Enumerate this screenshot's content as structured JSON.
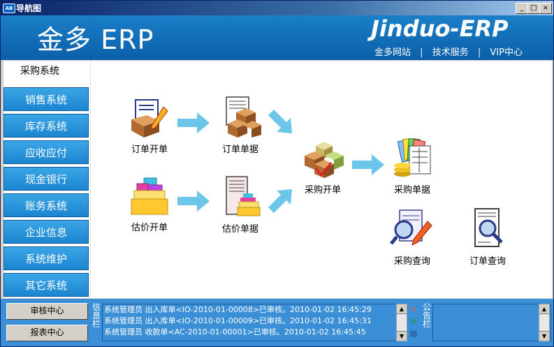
{
  "window": {
    "title": "导航图",
    "min": "_",
    "max": "□",
    "close": "×",
    "app_icon_text": "AB"
  },
  "header": {
    "brand_cn": "金多 ERP",
    "brand_en": "Jinduo-ERP",
    "links": [
      "金多网站",
      "技术服务",
      "VIP中心"
    ],
    "separator": "|"
  },
  "sidebar": {
    "items": [
      {
        "label": "采购系统",
        "active": true
      },
      {
        "label": "销售系统"
      },
      {
        "label": "库存系统"
      },
      {
        "label": "应收应付"
      },
      {
        "label": "现金银行"
      },
      {
        "label": "账务系统"
      },
      {
        "label": "企业信息"
      },
      {
        "label": "系统维护"
      },
      {
        "label": "其它系统"
      }
    ]
  },
  "flow": {
    "order_open": "订单开单",
    "order_doc": "订单单据",
    "quote_open": "估价开单",
    "quote_doc": "估价单据",
    "purchase_open": "采购开单",
    "purchase_doc": "采购单据",
    "purchase_query": "采购查询",
    "order_query": "订单查询"
  },
  "bottom": {
    "audit_btn": "审核中心",
    "report_btn": "报表中心",
    "info_label": "信息栏",
    "notice_label": "公告栏",
    "logs": [
      "系统管理员 出入库单<IO-2010-01-00008>已审核。2010-01-02 16:45:29",
      "系统管理员 出入库单<IO-2010-01-00009>已审核。2010-01-02 16:45:31",
      "系统管理员 收款单<AC-2010-01-00001>已审核。2010-01-02 16:45:45"
    ]
  },
  "colors": {
    "header": "#1a7fc8",
    "nav": "#1b86d0",
    "arrow": "#6cc6ea",
    "bottom": "#3a8fd6"
  }
}
